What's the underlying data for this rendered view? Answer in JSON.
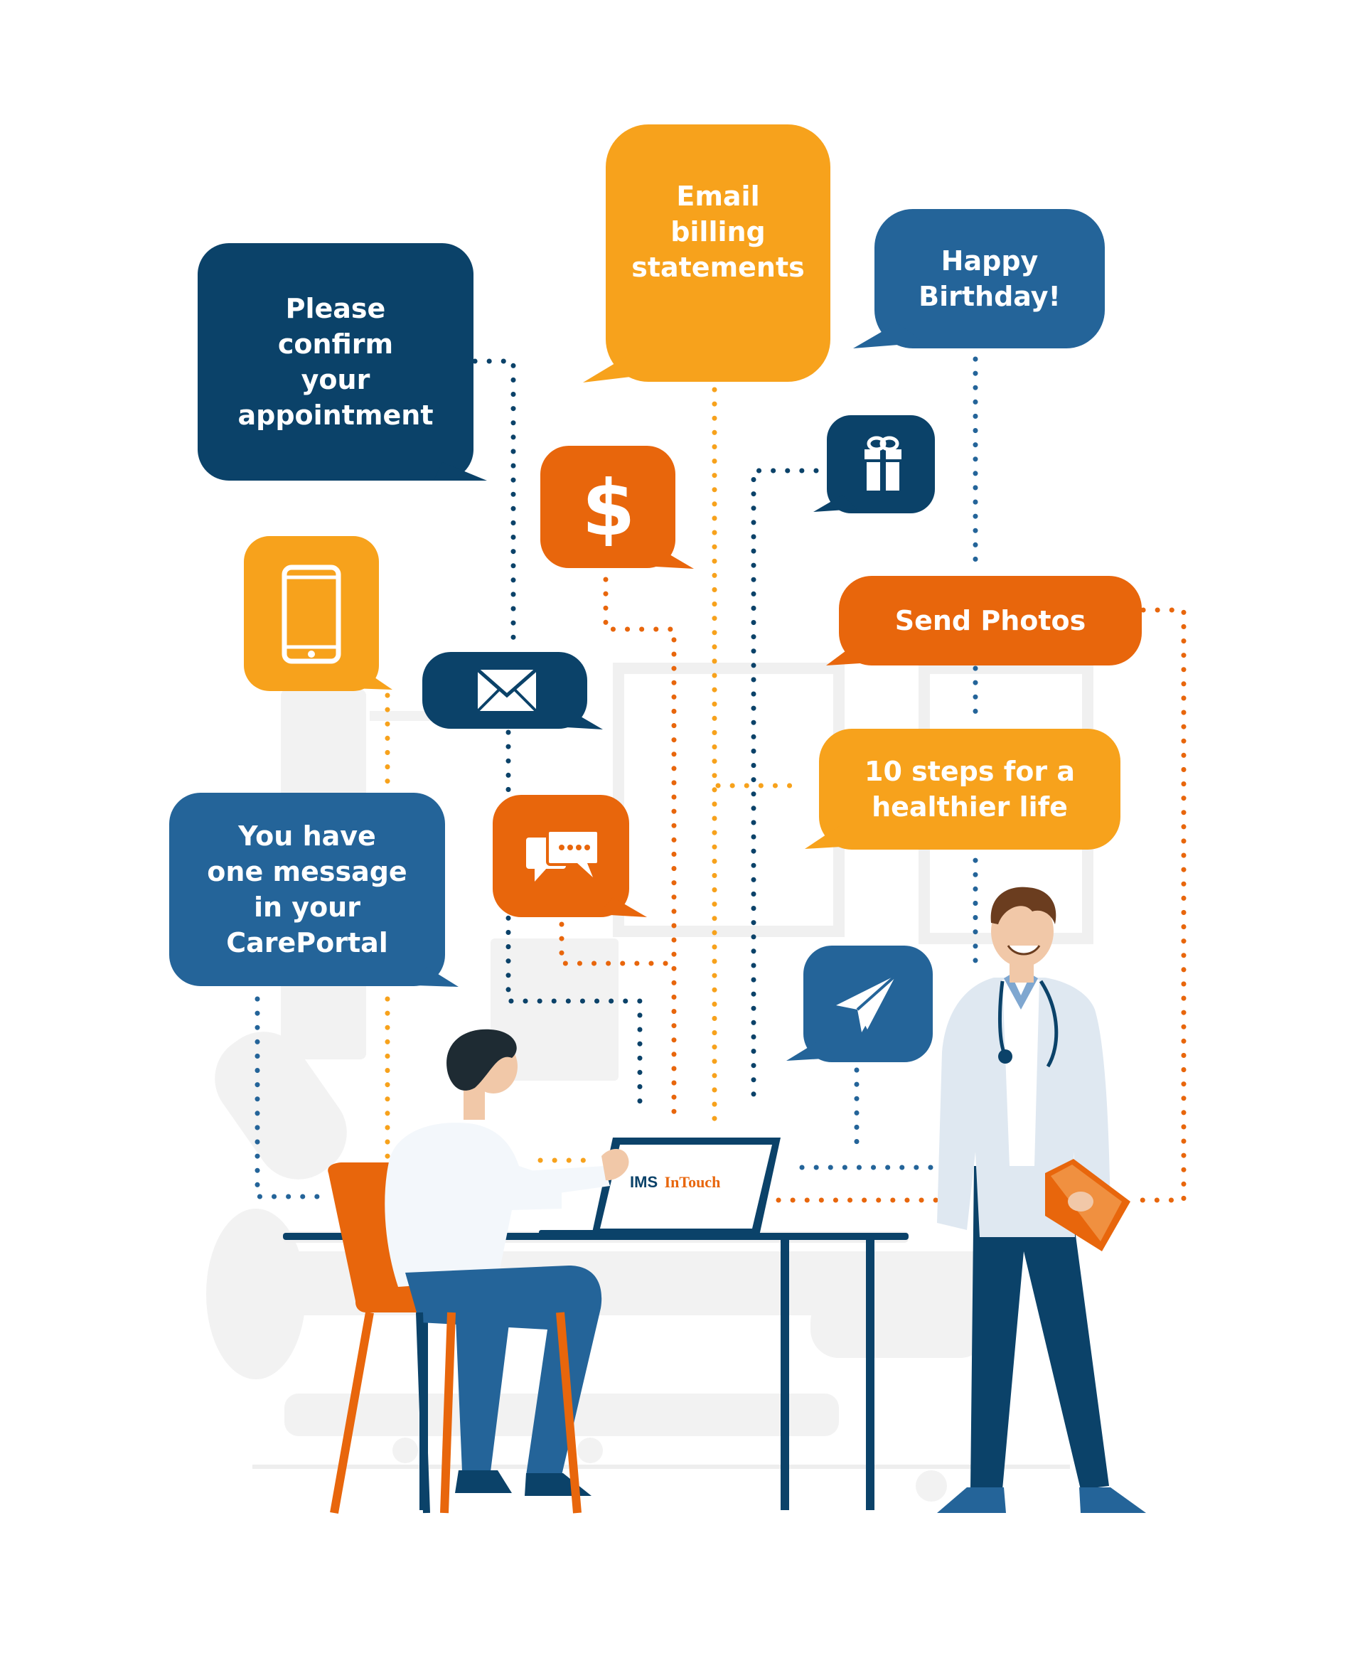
{
  "messages": {
    "confirm_appointment": [
      "Please",
      "confirm",
      "your",
      "appointment"
    ],
    "email_billing": [
      "Email",
      "billing",
      "statements"
    ],
    "happy_birthday": [
      "Happy",
      "Birthday!"
    ],
    "send_photos": [
      "Send Photos"
    ],
    "healthier_life": [
      "10 steps for a",
      "healthier life"
    ],
    "careportal_message": [
      "You have",
      "one message",
      "in your",
      "CarePortal"
    ]
  },
  "laptop_logo": {
    "brand": "IMS",
    "product": "InTouch"
  },
  "icons": [
    "dollar-icon",
    "gift-icon",
    "smartphone-icon",
    "envelope-icon",
    "chat-icon",
    "paper-plane-icon"
  ],
  "colors": {
    "navy": "#0b4269",
    "blue": "#246499",
    "orange": "#e8660c",
    "amber": "#f7a21c",
    "light_gray": "#f2f2f2"
  }
}
